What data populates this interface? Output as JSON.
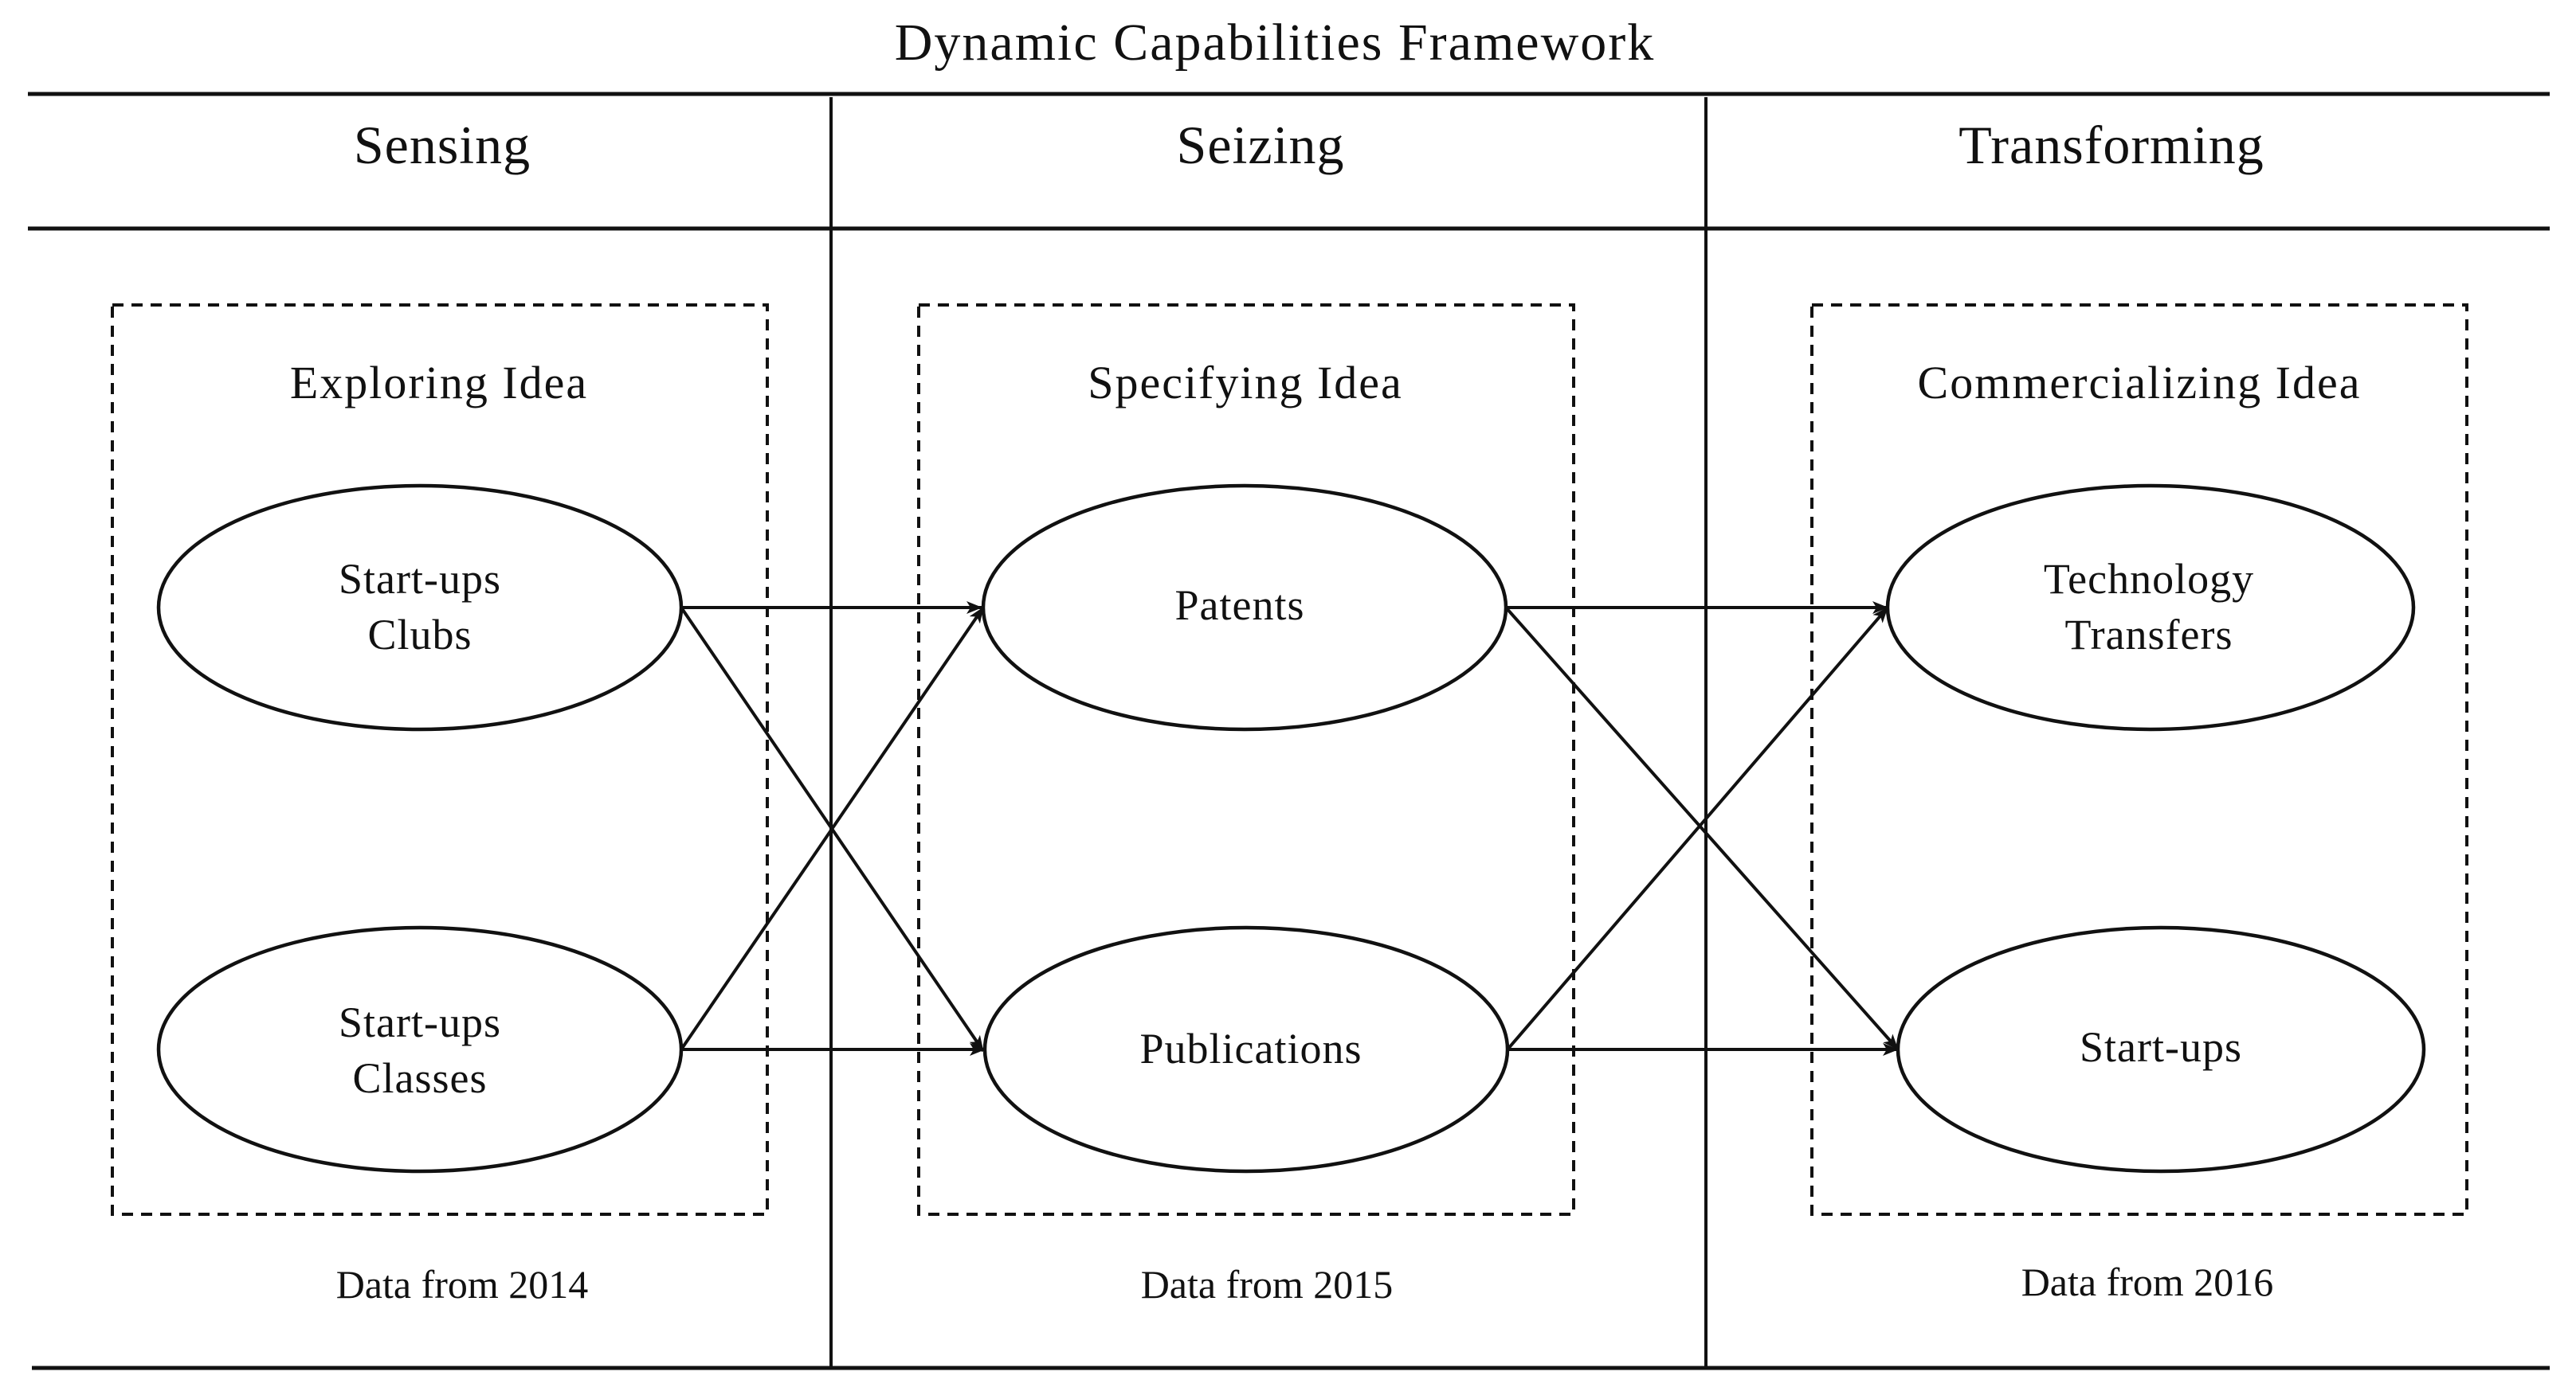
{
  "title": "Dynamic Capabilities Framework",
  "columns": [
    {
      "header": "Sensing",
      "box_title": "Exploring Idea",
      "nodes": [
        {
          "lines": [
            "Start-ups",
            "Clubs"
          ]
        },
        {
          "lines": [
            "Start-ups",
            "Classes"
          ]
        }
      ],
      "footer": "Data from 2014"
    },
    {
      "header": "Seizing",
      "box_title": "Specifying Idea",
      "nodes": [
        {
          "lines": [
            "Patents"
          ]
        },
        {
          "lines": [
            "Publications"
          ]
        }
      ],
      "footer": "Data from 2015"
    },
    {
      "header": "Transforming",
      "box_title": "Commercializing Idea",
      "nodes": [
        {
          "lines": [
            "Technology",
            "Transfers"
          ]
        },
        {
          "lines": [
            "Start-ups"
          ]
        }
      ],
      "footer": "Data from 2016"
    }
  ]
}
